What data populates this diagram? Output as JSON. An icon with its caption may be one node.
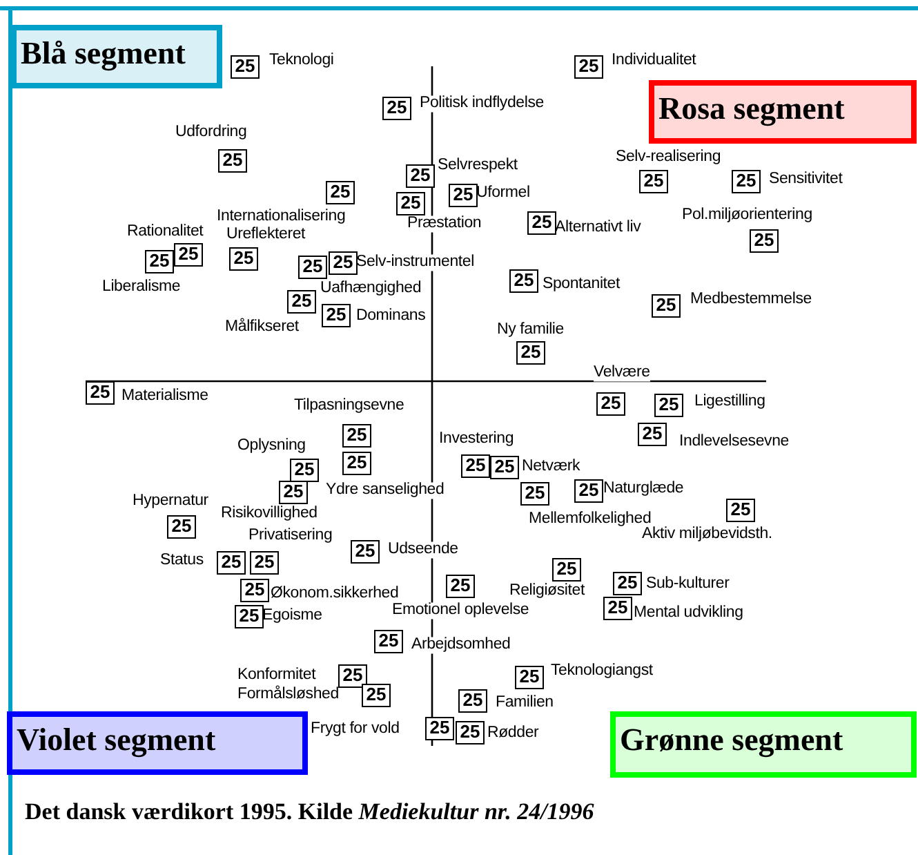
{
  "diagram": {
    "caption": "Det dansk værdikort 1995. Kilde *Mediekultur nr. 24/1996*",
    "nodes": [
      {
        "text": [
          "Blå segment"
        ]
      },
      {
        "text": [
          "Rosa segment"
        ]
      },
      {
        "text": [
          "Violet segment"
        ]
      },
      {
        "text": [
          "Grønne segment"
        ]
      },
      {
        "text": [
          "25"
        ]
      },
      {
        "text": [
          "25"
        ]
      },
      {
        "text": [
          "25"
        ]
      },
      {
        "text": [
          "25"
        ]
      },
      {
        "text": [
          "25"
        ]
      },
      {
        "text": [
          "25"
        ]
      },
      {
        "text": [
          "25"
        ]
      },
      {
        "text": [
          "25"
        ]
      },
      {
        "text": [
          "25"
        ]
      },
      {
        "text": [
          "25"
        ]
      },
      {
        "text": [
          "25"
        ]
      },
      {
        "text": [
          "25"
        ]
      },
      {
        "text": [
          "25"
        ]
      },
      {
        "text": [
          "25"
        ]
      },
      {
        "text": [
          "25"
        ]
      },
      {
        "text": [
          "25"
        ]
      },
      {
        "text": [
          "25"
        ]
      },
      {
        "text": [
          "25"
        ]
      },
      {
        "text": [
          "25"
        ]
      },
      {
        "text": [
          "25"
        ]
      },
      {
        "text": [
          "25"
        ]
      },
      {
        "text": [
          "25"
        ]
      },
      {
        "text": [
          "25"
        ]
      },
      {
        "text": [
          "25"
        ]
      },
      {
        "text": [
          "25"
        ]
      },
      {
        "text": [
          "25"
        ]
      },
      {
        "text": [
          "25"
        ]
      },
      {
        "text": [
          "25"
        ]
      },
      {
        "text": [
          "25"
        ]
      },
      {
        "text": [
          "25"
        ]
      },
      {
        "text": [
          "25"
        ]
      },
      {
        "text": [
          "25"
        ]
      },
      {
        "text": [
          "25"
        ]
      },
      {
        "text": [
          "25"
        ]
      },
      {
        "text": [
          "25"
        ]
      },
      {
        "text": [
          "25"
        ]
      },
      {
        "text": [
          "25"
        ]
      },
      {
        "text": [
          "25"
        ]
      },
      {
        "text": [
          "25"
        ]
      },
      {
        "text": [
          "25"
        ]
      },
      {
        "text": [
          "25"
        ]
      },
      {
        "text": [
          "25"
        ]
      },
      {
        "text": [
          "25"
        ]
      },
      {
        "text": [
          "25"
        ]
      },
      {
        "text": [
          "25"
        ]
      },
      {
        "text": [
          "25"
        ]
      },
      {
        "text": [
          "25"
        ]
      },
      {
        "text": [
          "25"
        ]
      },
      {
        "text": [
          "25"
        ]
      },
      {
        "text": [
          "25"
        ]
      },
      {
        "text": [
          "25"
        ]
      },
      {
        "text": [
          "25"
        ]
      }
    ],
    "labels": [
      "Teknologi",
      "Individualitet",
      "Politisk indflydelse",
      "Udfordring",
      "Selvrespekt",
      "Selv-realisering",
      "Sensitivitet",
      "Uformel",
      "Internationalisering",
      "Præstation",
      "Alternativt liv",
      "Pol.miljøorientering",
      "Rationalitet",
      "Ureflekteret",
      "Selv-instrumentel",
      "Liberalisme",
      "Uafhængighed",
      "Spontanitet",
      "Medbestemmelse",
      "Dominans",
      "Målfikseret",
      "Ny familie",
      "Velvære",
      "Materialisme",
      "Tilpasningsevne",
      "Ligestilling",
      "Investering",
      "Oplysning",
      "Indlevelsesevne",
      "Netværk",
      "Ydre sanselighed",
      "Naturglæde",
      "Hypernatur",
      "Risikovillighed",
      "Mellemfolkelighed",
      "Privatisering",
      "Aktiv miljøbevidsth.",
      "Udseende",
      "Status",
      "Økonom.sikkerhed",
      "Religiøsitet",
      "Sub-kulturer",
      "Egoisme",
      "Emotionel oplevelse",
      "Mental udvikling",
      "Arbejdsomhed",
      "Konformitet",
      "Teknologiangst",
      "Formålsløshed",
      "Familien",
      "Frygt for vold",
      "Rødder"
    ]
  }
}
